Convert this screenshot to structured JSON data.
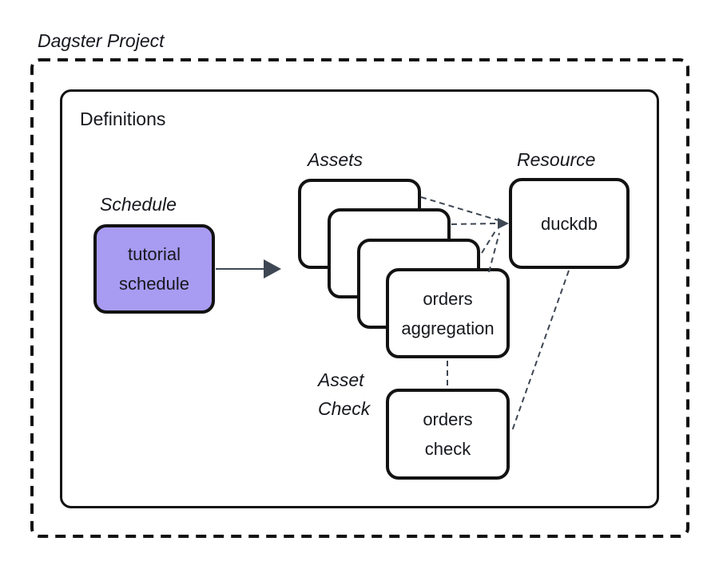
{
  "colors": {
    "background": "#ffffff",
    "border": "#121212",
    "connector": "#3e4753",
    "schedule_fill": "#a89bf2"
  },
  "project": {
    "title": "Dagster Project"
  },
  "definitions": {
    "label": "Definitions"
  },
  "schedule": {
    "section_label": "Schedule",
    "box": {
      "line1": "tutorial",
      "line2": "schedule"
    }
  },
  "assets": {
    "section_label": "Assets",
    "stack_count": 4,
    "orders_aggregation": {
      "line1": "orders",
      "line2": "aggregation"
    }
  },
  "resource": {
    "section_label": "Resource",
    "duckdb_label": "duckdb"
  },
  "asset_check": {
    "section_label_line1": "Asset",
    "section_label_line2": "Check",
    "orders_check": {
      "line1": "orders",
      "line2": "check"
    }
  }
}
